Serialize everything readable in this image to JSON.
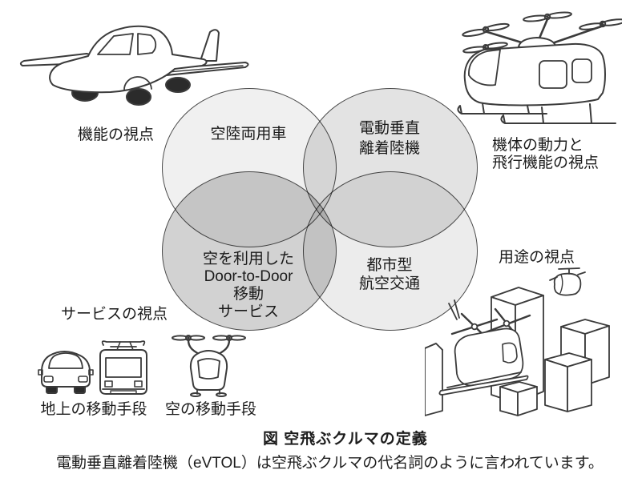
{
  "colors": {
    "ink": "#3b3b3b",
    "circle_stroke": "#4a4a4a",
    "wheel_fill": "#2b2b2b",
    "venn": {
      "air_land": "#f0f0f0",
      "evtol": "#e3e3e3",
      "service": "#d2d2d2",
      "urban": "#ececec"
    }
  },
  "venn": {
    "air_land": {
      "label": "空陸両用車"
    },
    "evtol": {
      "line1": "電動垂直",
      "line2": "離着陸機"
    },
    "service": {
      "line1": "空を利用した",
      "line2": "Door-to-Door",
      "line3": "移動",
      "line4": "サービス"
    },
    "urban": {
      "line1": "都市型",
      "line2": "航空交通"
    }
  },
  "viewpoints": {
    "function": "機能の視点",
    "power_line1": "機体の動力と",
    "power_line2": "飛行機能の視点",
    "usage": "用途の視点",
    "service": "サービスの視点"
  },
  "legends": {
    "ground": "地上の移動手段",
    "air": "空の移動手段"
  },
  "caption": {
    "title": "図 空飛ぶクルマの定義",
    "note": "電動垂直離着陸機（eVTOL）は空飛ぶクルマの代名詞のように言われています。"
  }
}
